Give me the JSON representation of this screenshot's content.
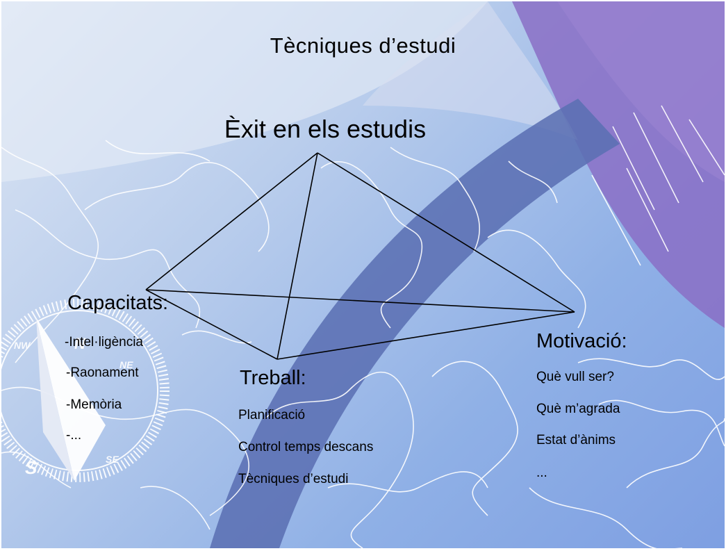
{
  "slide": {
    "title": "Tècniques d’estudi",
    "apex_label": "Èxit en els estudis"
  },
  "capacitats": {
    "heading": "Capacitats:",
    "items": [
      "-Intel·ligència",
      "-Raonament",
      "-Memòria",
      "-..."
    ]
  },
  "treball": {
    "heading": "Treball:",
    "items": [
      "Planificació",
      "Control temps descans",
      "Tècniques d’estudi"
    ]
  },
  "motivacio": {
    "heading": "Motivació:",
    "items": [
      "Què vull ser?",
      "Què m’agrada",
      "Estat d’ànims",
      "..."
    ]
  },
  "compass": {
    "letters": [
      "N",
      "NE",
      "NW",
      "S",
      "SE"
    ]
  },
  "colors": {
    "background_light": "#dde6f4",
    "background_blue": "#8fb0e6",
    "arc_band": "#5b6fb3",
    "purple_corner": "#8a6fc6",
    "lines": "#000000",
    "map_lines": "#ffffff"
  }
}
